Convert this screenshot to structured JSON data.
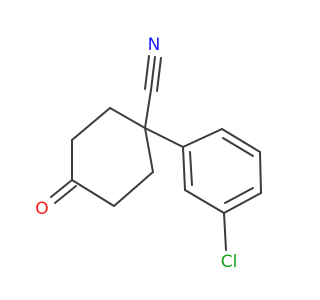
{
  "molecule": {
    "atoms": {
      "nitrogen": {
        "label": "N",
        "color": "#1a1aff"
      },
      "oxygen": {
        "label": "O",
        "color": "#ff1a1a"
      },
      "chlorine": {
        "label": "Cl",
        "color": "#1aa11a"
      }
    },
    "bond_color": "#3c3c3c"
  }
}
